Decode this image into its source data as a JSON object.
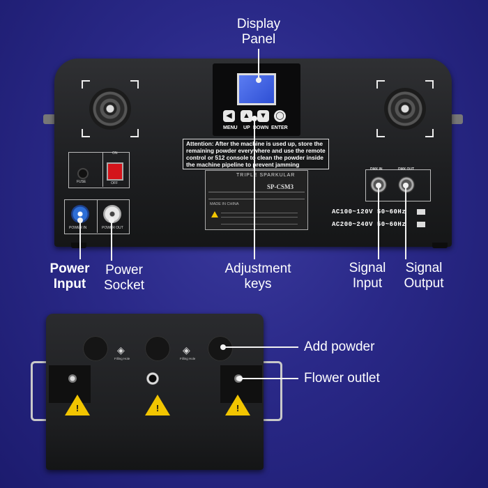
{
  "callouts": {
    "display_panel": "Display Panel",
    "power_input": "Power Input",
    "power_socket": "Power Socket",
    "adjustment_keys": "Adjustment keys",
    "signal_input": "Signal Input",
    "signal_output": "Signal Output",
    "add_powder": "Add powder",
    "flower_outlet": "Flower outlet"
  },
  "keys": [
    "MENU",
    "UP",
    "DOWN",
    "ENTER"
  ],
  "notice": "Attention: After the machine is used up, store the remaining powder everywhere and use the remote control or 512 console to clean the powder inside the machine pipeline to prevent jamming",
  "plate": {
    "title": "TRIPLE SPARKULAR",
    "model": "SP-CSM3",
    "made_in": "MADE IN CHINA"
  },
  "switch": {
    "on": "ON",
    "off": "OFF",
    "fuse": "FUSE"
  },
  "ports": {
    "power_in": "POWER IN",
    "power_out": "POWER OUT",
    "dmx_in": "DMX IN",
    "dmx_out": "DMX OUT"
  },
  "specs": [
    "AC100~120V 50~60Hz",
    "AC200~240V 50~60Hz"
  ],
  "bottom_labels": [
    "Filling Hole",
    "Filling Hole"
  ]
}
